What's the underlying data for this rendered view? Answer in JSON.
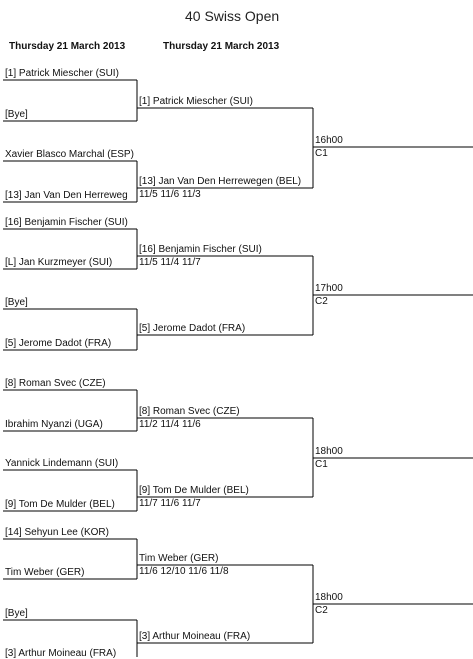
{
  "title": "40 Swiss Open",
  "headers": [
    "Thursday 21 March 2013",
    "Thursday 21 March 2013"
  ],
  "round1": [
    "[1] Patrick Miescher (SUI)",
    "[Bye]",
    "Xavier Blasco Marchal (ESP)",
    "[13] Jan Van Den Herreweg",
    "[16] Benjamin Fischer (SUI)",
    "[L] Jan Kurzmeyer (SUI)",
    "[Bye]",
    "[5] Jerome Dadot (FRA)",
    "[8] Roman Svec (CZE)",
    "Ibrahim Nyanzi (UGA)",
    "Yannick Lindemann (SUI)",
    "[9] Tom De Mulder (BEL)",
    "[14] Sehyun Lee (KOR)",
    "Tim Weber (GER)",
    "[Bye]",
    "[3] Arthur Moineau (FRA)"
  ],
  "round2": [
    {
      "name": "[1] Patrick Miescher (SUI)",
      "score": ""
    },
    {
      "name": "[13] Jan Van Den Herrewegen (BEL)",
      "score": "11/5 11/6 11/3"
    },
    {
      "name": "[16] Benjamin Fischer (SUI)",
      "score": "11/5 11/4 11/7"
    },
    {
      "name": "[5] Jerome Dadot (FRA)",
      "score": ""
    },
    {
      "name": "[8] Roman Svec (CZE)",
      "score": "11/2 11/4 11/6"
    },
    {
      "name": "[9] Tom De Mulder (BEL)",
      "score": "11/7 11/6 11/7"
    },
    {
      "name": "Tim Weber (GER)",
      "score": "11/6 12/10 11/6 11/8"
    },
    {
      "name": "[3] Arthur Moineau (FRA)",
      "score": ""
    }
  ],
  "round3": [
    {
      "time": "16h00",
      "court": "C1"
    },
    {
      "time": "17h00",
      "court": "C2"
    },
    {
      "time": "18h00",
      "court": "C1"
    },
    {
      "time": "18h00",
      "court": "C2"
    }
  ]
}
